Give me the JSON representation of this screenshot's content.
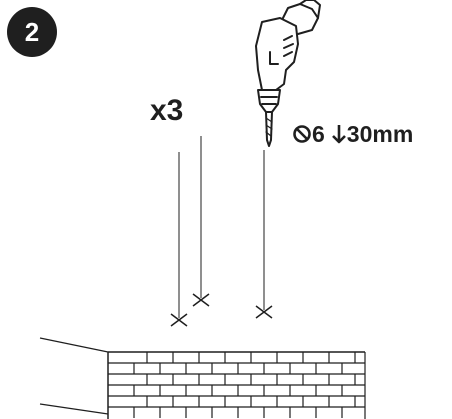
{
  "step": {
    "number": "2"
  },
  "quantity": {
    "label": "x3"
  },
  "drill_spec": {
    "diameter_symbol_icon": "diameter-icon",
    "diameter": "6",
    "depth_arrow_icon": "arrow-down-icon",
    "depth": "30mm"
  },
  "colors": {
    "ink": "#1f1f1f",
    "badge_bg": "#1f1f1f",
    "badge_text": "#ffffff",
    "paper": "#ffffff"
  }
}
